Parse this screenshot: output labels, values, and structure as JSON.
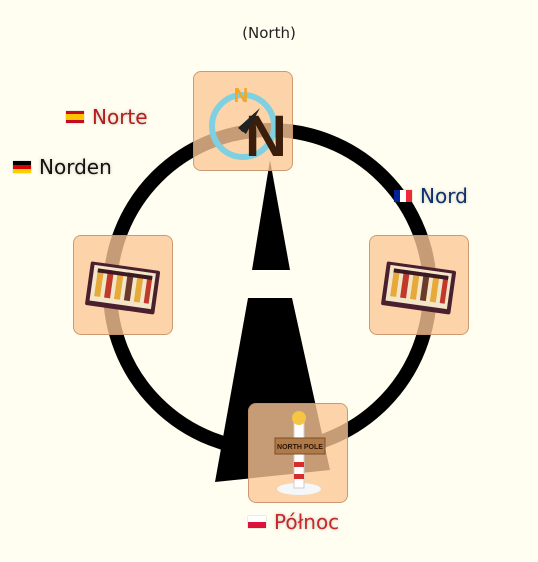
{
  "title": "(North)",
  "labels": {
    "es": {
      "flag": "spain-flag",
      "text": "Norte",
      "color": "#b71c1c"
    },
    "de": {
      "flag": "germany-flag",
      "text": "Norden",
      "color": "#111111"
    },
    "fr": {
      "flag": "france-flag",
      "text": "Nord",
      "color": "#0d2f6b"
    },
    "pl": {
      "flag": "poland-flag",
      "text": "Północ",
      "color": "#c62828"
    }
  },
  "cards": {
    "top": {
      "icon": "north-compass-icon",
      "letter_small": "N",
      "letter_big": "N"
    },
    "left": {
      "icon": "board-game-icon"
    },
    "right": {
      "icon": "board-game-icon"
    },
    "bottom": {
      "icon": "north-pole-sign-icon",
      "sign_text": "NORTH POLE"
    }
  }
}
